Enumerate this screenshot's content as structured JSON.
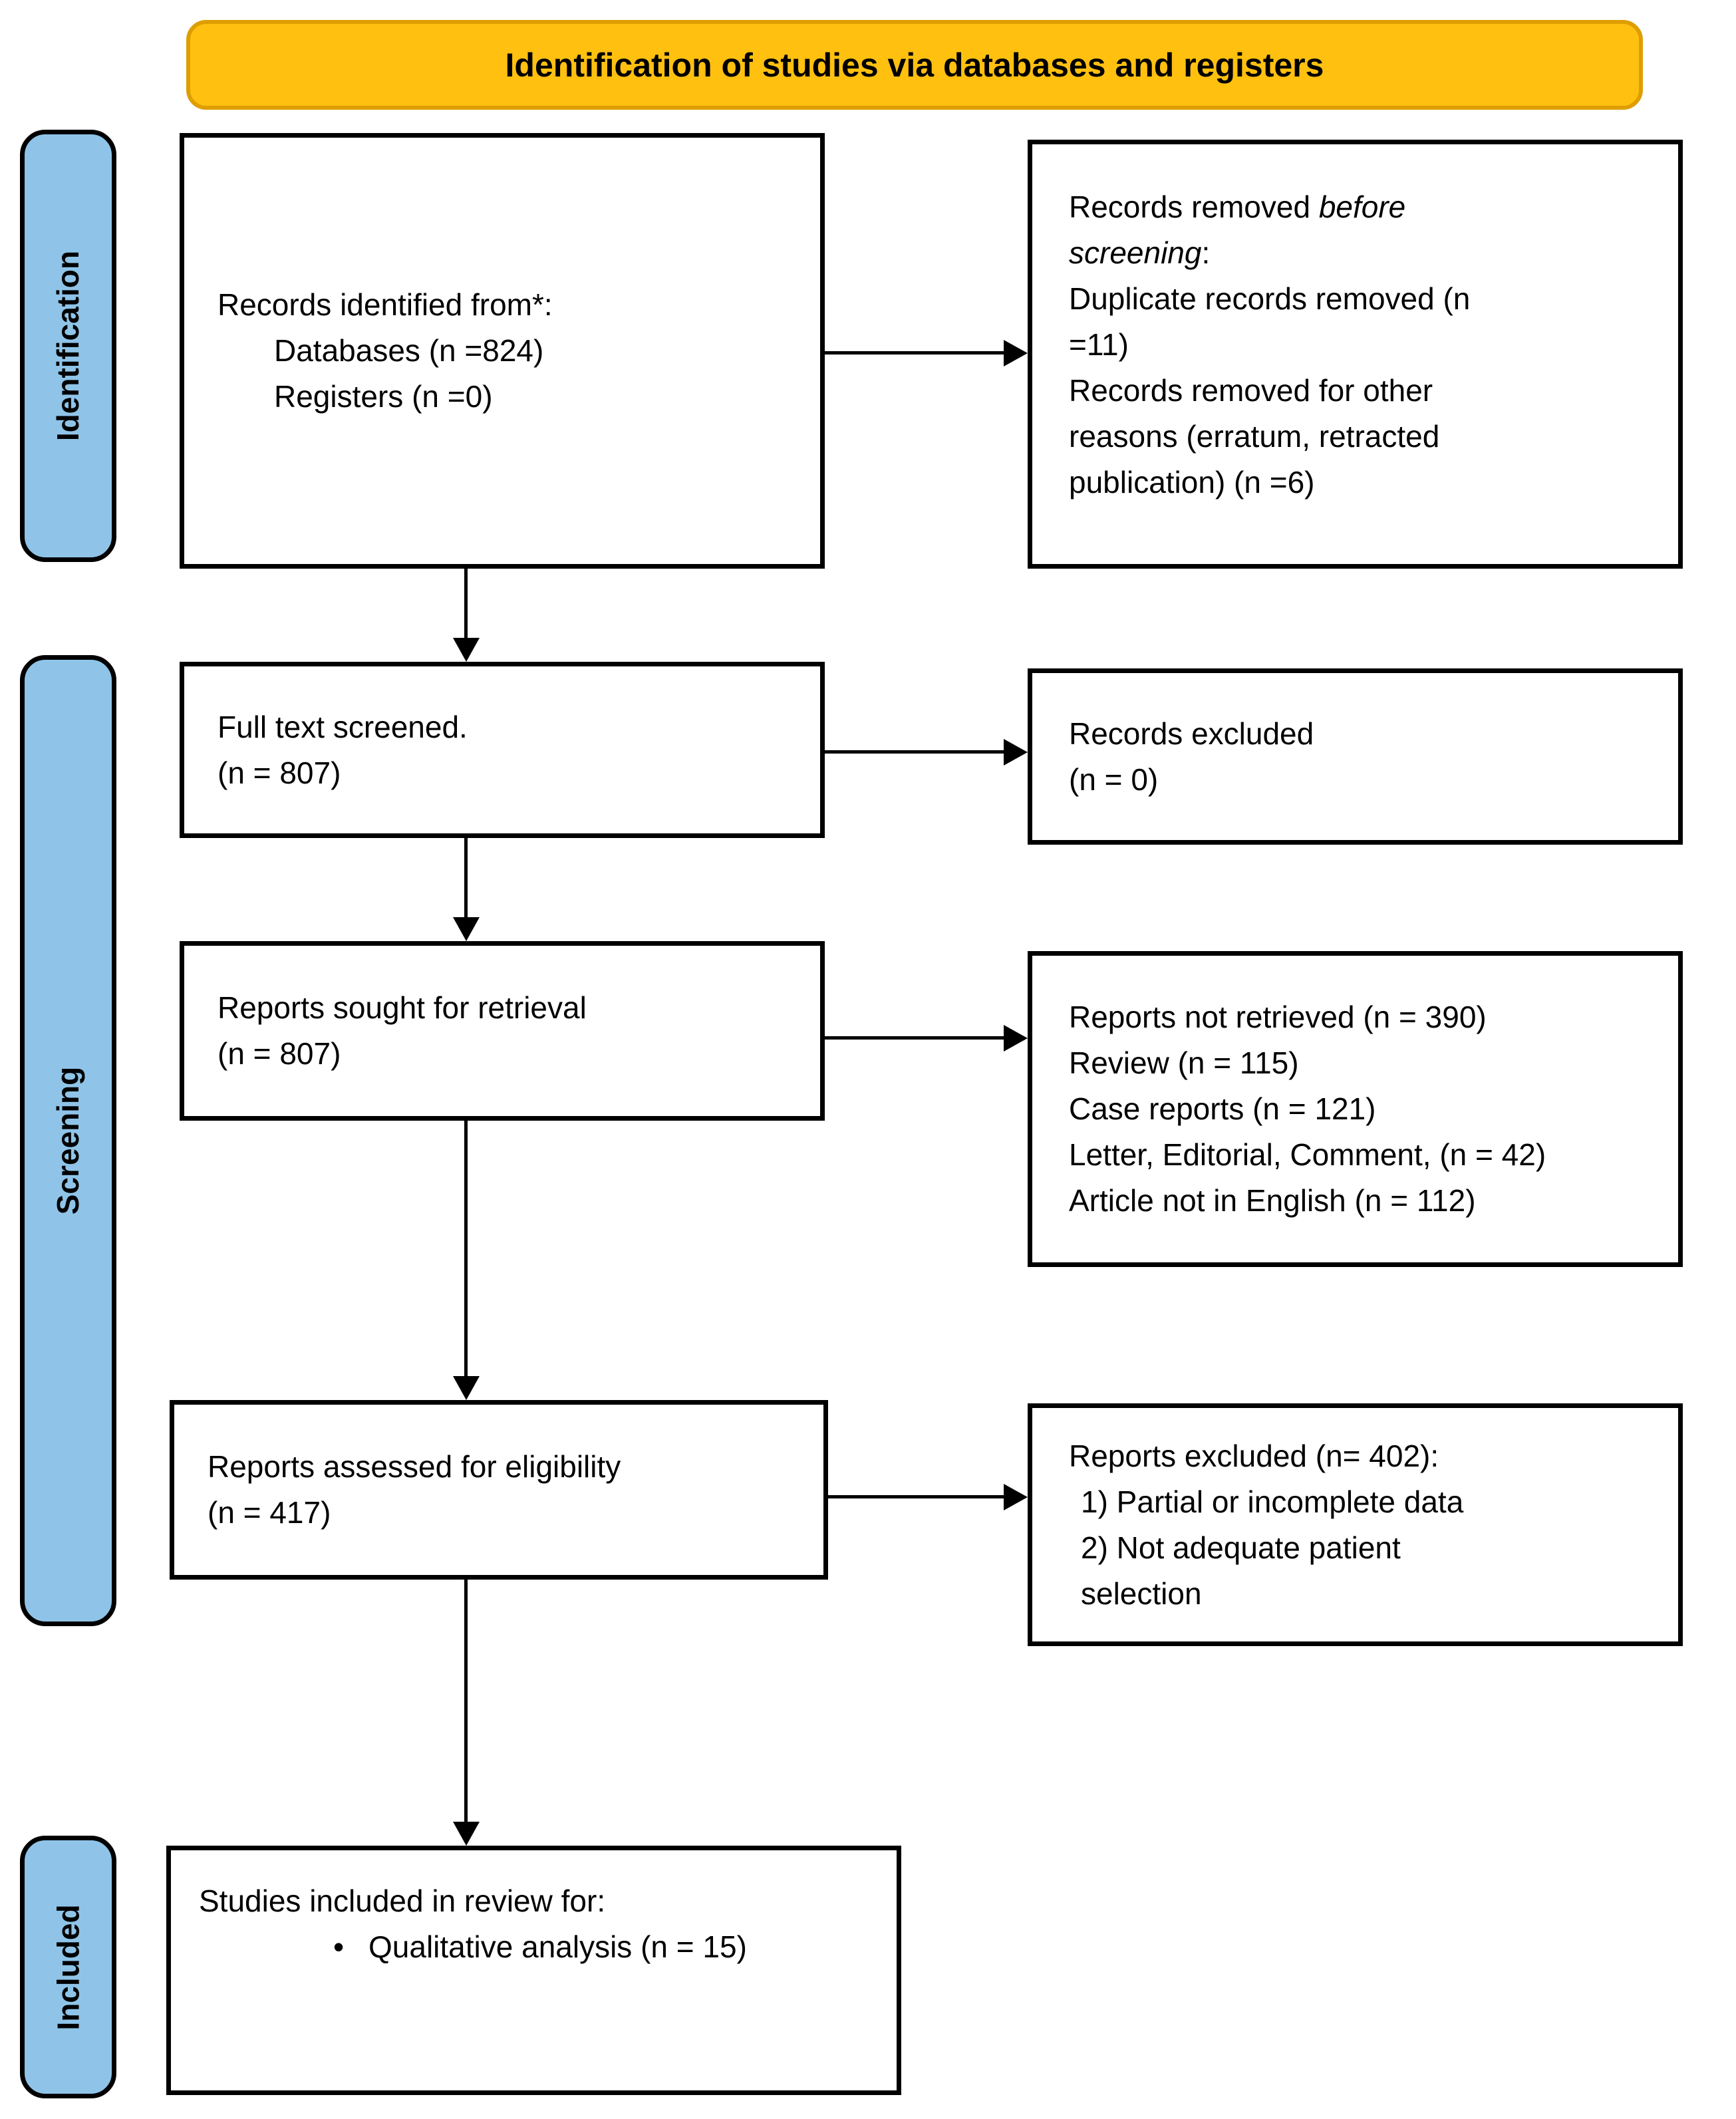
{
  "banner": {
    "label": "Identification of studies via databases and registers"
  },
  "colors": {
    "banner_fill": "#FFC010",
    "banner_border": "#DE9E00",
    "stage_fill": "#8FC4E8",
    "line": "#000000"
  },
  "stages": [
    {
      "label": "Identification"
    },
    {
      "label": "Screening"
    },
    {
      "label": "Included"
    }
  ],
  "boxes": {
    "records_identified": {
      "title": "Records identified from*:",
      "items": [
        "Databases (n =824)",
        "Registers (n =0)"
      ]
    },
    "records_removed": {
      "lead": "Records removed ",
      "lead_italic": "before screening",
      "lead_suffix": ":",
      "lines": [
        "Duplicate records removed (n =11)",
        "Records removed for other reasons (erratum, retracted publication) (n =6)"
      ]
    },
    "full_text_screened": {
      "lines": [
        "Full text screened.",
        "(n = 807)"
      ]
    },
    "records_excluded": {
      "lines": [
        "Records excluded",
        "(n = 0)"
      ]
    },
    "reports_sought": {
      "lines": [
        "Reports sought for retrieval",
        "(n = 807)"
      ]
    },
    "reports_not_retrieved": {
      "lines": [
        "Reports not retrieved (n = 390)",
        "Review (n = 115)",
        "Case reports (n = 121)",
        "Letter, Editorial, Comment, (n = 42)",
        "Article not in English (n = 112)"
      ]
    },
    "reports_assessed": {
      "lines": [
        "Reports assessed for eligibility",
        "(n = 417)"
      ]
    },
    "reports_excluded": {
      "title": "Reports excluded (n= 402):",
      "items": [
        "1) Partial or incomplete data",
        "2) Not adequate patient selection"
      ]
    },
    "studies_included": {
      "title": "Studies included in review for:",
      "bullet_glyph": "•",
      "bullet_items": [
        "Qualitative analysis (n = 15)"
      ]
    }
  }
}
